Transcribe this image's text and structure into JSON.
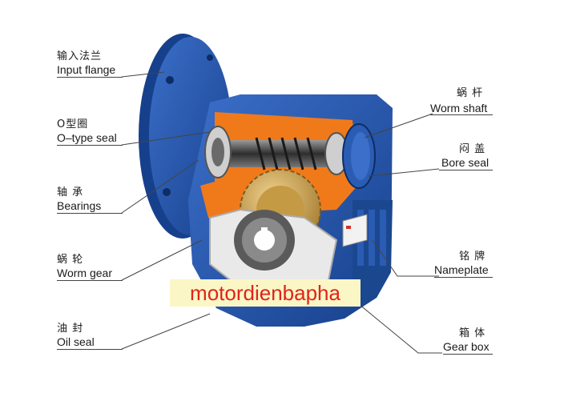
{
  "labels": {
    "input_flange": {
      "cn": "输入法兰",
      "en": "Input flange"
    },
    "o_type_seal": {
      "cn": "O型圈",
      "en": "O–type seal"
    },
    "bearings": {
      "cn": "轴 承",
      "en": "Bearings"
    },
    "worm_gear": {
      "cn": "蜗 轮",
      "en": "Worm gear"
    },
    "oil_seal": {
      "cn": "油 封",
      "en": "Oil seal"
    },
    "worm_shaft": {
      "cn": "蜗 杆",
      "en": "Worm shaft"
    },
    "bore_seal": {
      "cn": "闷 盖",
      "en": "Bore seal"
    },
    "nameplate": {
      "cn": "铭 牌",
      "en": "Nameplate"
    },
    "gear_box": {
      "cn": "箱 体",
      "en": "Gear box"
    }
  },
  "watermark": "motordienbapha",
  "colors": {
    "housing_blue": "#1f4fa6",
    "housing_dark": "#153a80",
    "cutaway_orange": "#f07a1a",
    "bronze_gear": "#c8a35a",
    "worm_steel": "#4a4a4a",
    "watermark_red": "#e2231a",
    "watermark_bg": "#fbf6c6"
  }
}
